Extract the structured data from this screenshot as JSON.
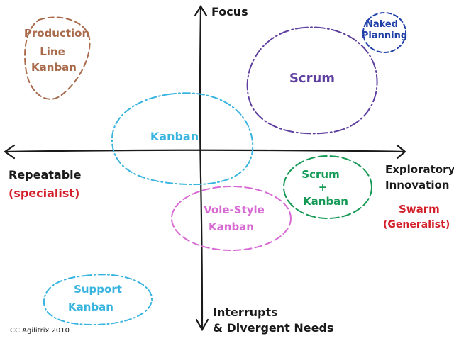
{
  "axes": {
    "top": "Focus",
    "bottom_line1": "Interrupts",
    "bottom_line2": "& Divergent Needs",
    "left_line1": "Repeatable",
    "left_line2": "(specialist)",
    "right_line1": "Exploratory",
    "right_line2": "Innovation",
    "right_line3": "Swarm",
    "right_line4": "(Generalist)"
  },
  "regions": {
    "production": {
      "line1": "Production",
      "line2": "Line",
      "line3": "Kanban"
    },
    "naked": {
      "line1": "Naked",
      "line2": "Planning"
    },
    "scrum": {
      "label": "Scrum"
    },
    "kanban": {
      "label": "Kanban"
    },
    "scrumkanban": {
      "line1": "Scrum",
      "line2": "+",
      "line3": "Kanban"
    },
    "vole": {
      "line1": "Vole-Style",
      "line2": "Kanban"
    },
    "support": {
      "line1": "Support",
      "line2": "Kanban"
    }
  },
  "footer": {
    "credit": "CC Agilitrix 2010"
  },
  "colors": {
    "ink": "#1a1a1a",
    "red": "#d21f2a",
    "brown": "#a86a4a",
    "navy": "#1f3fa8",
    "purple": "#5f3fa0",
    "sky": "#38b4df",
    "green": "#159a55",
    "pink": "#d86ad4"
  }
}
